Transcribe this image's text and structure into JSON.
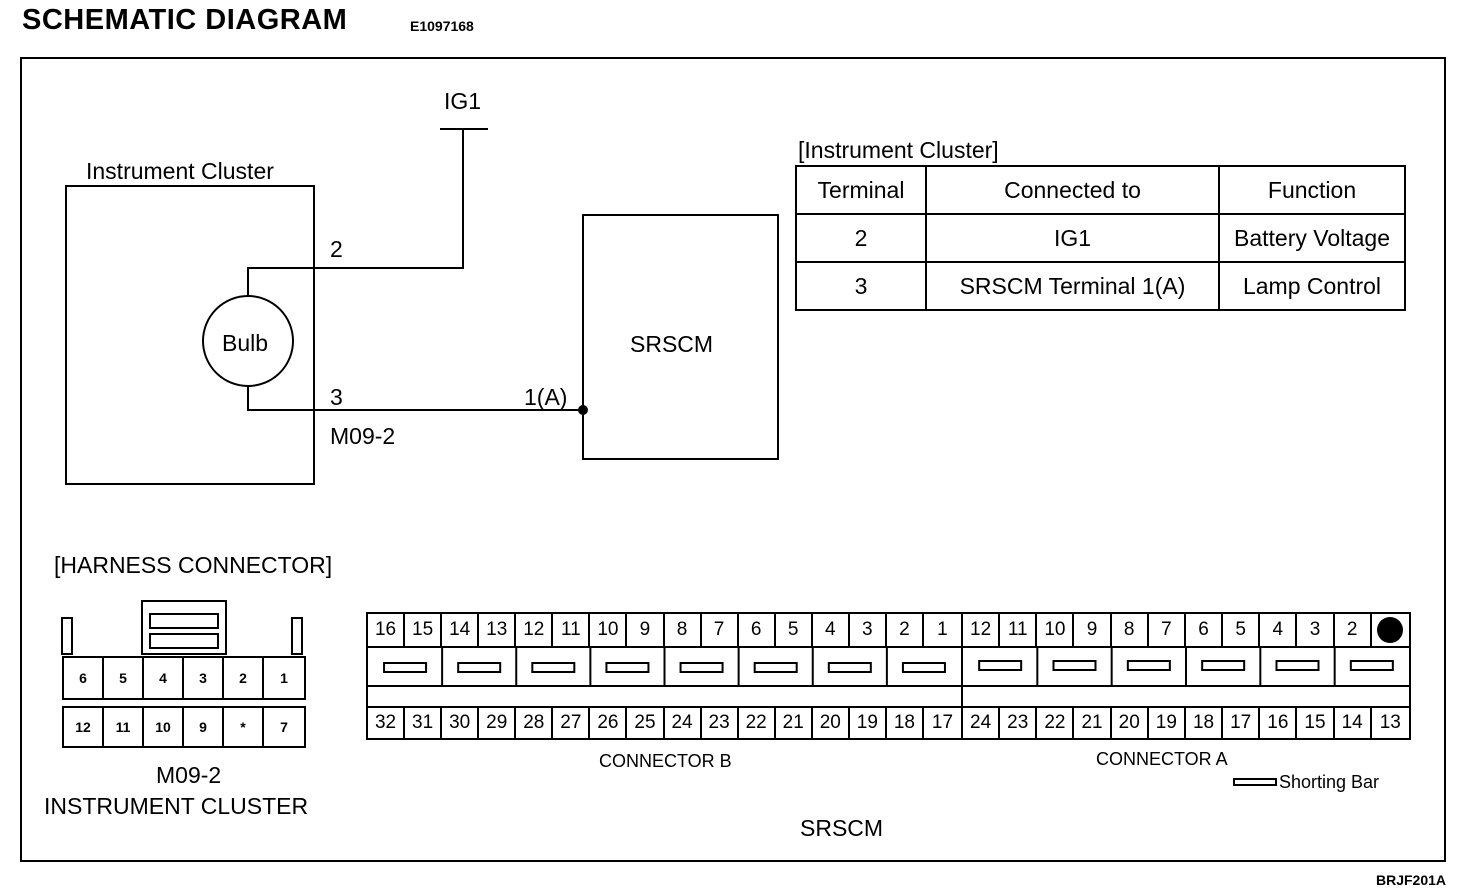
{
  "header": {
    "title": "SCHEMATIC DIAGRAM",
    "code": "E1097168",
    "ref": "BRJF201A"
  },
  "schematic": {
    "ig_label": "IG1",
    "cluster_label": "Instrument Cluster",
    "bulb_label": "Bulb",
    "pin2": "2",
    "pin3": "3",
    "connector_label": "M09-2",
    "srscm_label": "SRSCM",
    "srscm_pin": "1(A)"
  },
  "terminal_table": {
    "caption": "[Instrument Cluster]",
    "headers": [
      "Terminal",
      "Connected to",
      "Function"
    ],
    "rows": [
      [
        "2",
        "IG1",
        "Battery Voltage"
      ],
      [
        "3",
        "SRSCM Terminal 1(A)",
        "Lamp Control"
      ]
    ]
  },
  "harness": {
    "title": "[HARNESS CONNECTOR]",
    "m09_top": [
      "6",
      "5",
      "4",
      "3",
      "2",
      "1"
    ],
    "m09_bottom": [
      "12",
      "11",
      "10",
      "9",
      "*",
      "7"
    ],
    "m09_label1": "M09-2",
    "m09_label2": "INSTRUMENT CLUSTER",
    "conn_b_top": [
      "16",
      "15",
      "14",
      "13",
      "12",
      "11",
      "10",
      "9",
      "8",
      "7",
      "6",
      "5",
      "4",
      "3",
      "2",
      "1"
    ],
    "conn_b_bottom": [
      "32",
      "31",
      "30",
      "29",
      "28",
      "27",
      "26",
      "25",
      "24",
      "23",
      "22",
      "21",
      "20",
      "19",
      "18",
      "17"
    ],
    "conn_a_top": [
      "12",
      "11",
      "10",
      "9",
      "8",
      "7",
      "6",
      "5",
      "4",
      "3",
      "2"
    ],
    "conn_a_bottom": [
      "24",
      "23",
      "22",
      "21",
      "20",
      "19",
      "18",
      "17",
      "16",
      "15",
      "14",
      "13"
    ],
    "conn_b_label": "CONNECTOR B",
    "conn_a_label": "CONNECTOR A",
    "shorting_bar_label": "Shorting Bar",
    "srscm_label": "SRSCM"
  }
}
